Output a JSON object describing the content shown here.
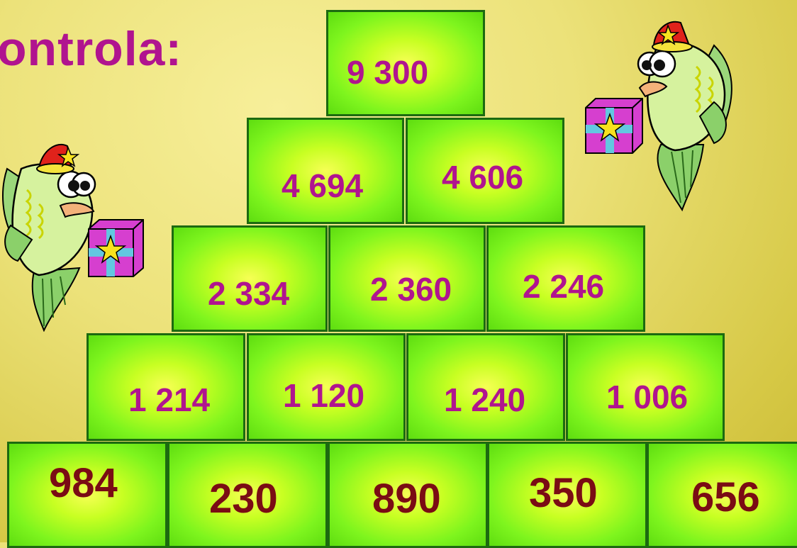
{
  "title": "ontrola:",
  "pyramid": {
    "row1": [
      "9 300"
    ],
    "row2": [
      "4 694",
      "4 606"
    ],
    "row3": [
      "2 334",
      "2 360",
      "2 246"
    ],
    "row4": [
      "1 214",
      "1 120",
      "1 240",
      "1 006"
    ],
    "row5": [
      "984",
      "230",
      "890",
      "350",
      "656"
    ]
  },
  "colors": {
    "number_magenta": "#b0148f",
    "base_number": "#7a0c14",
    "brick_green": "#7ef51e",
    "brick_border": "#1c6a10"
  },
  "icons": [
    "fish-icon",
    "hat-icon",
    "gift-box-icon",
    "star-icon"
  ]
}
